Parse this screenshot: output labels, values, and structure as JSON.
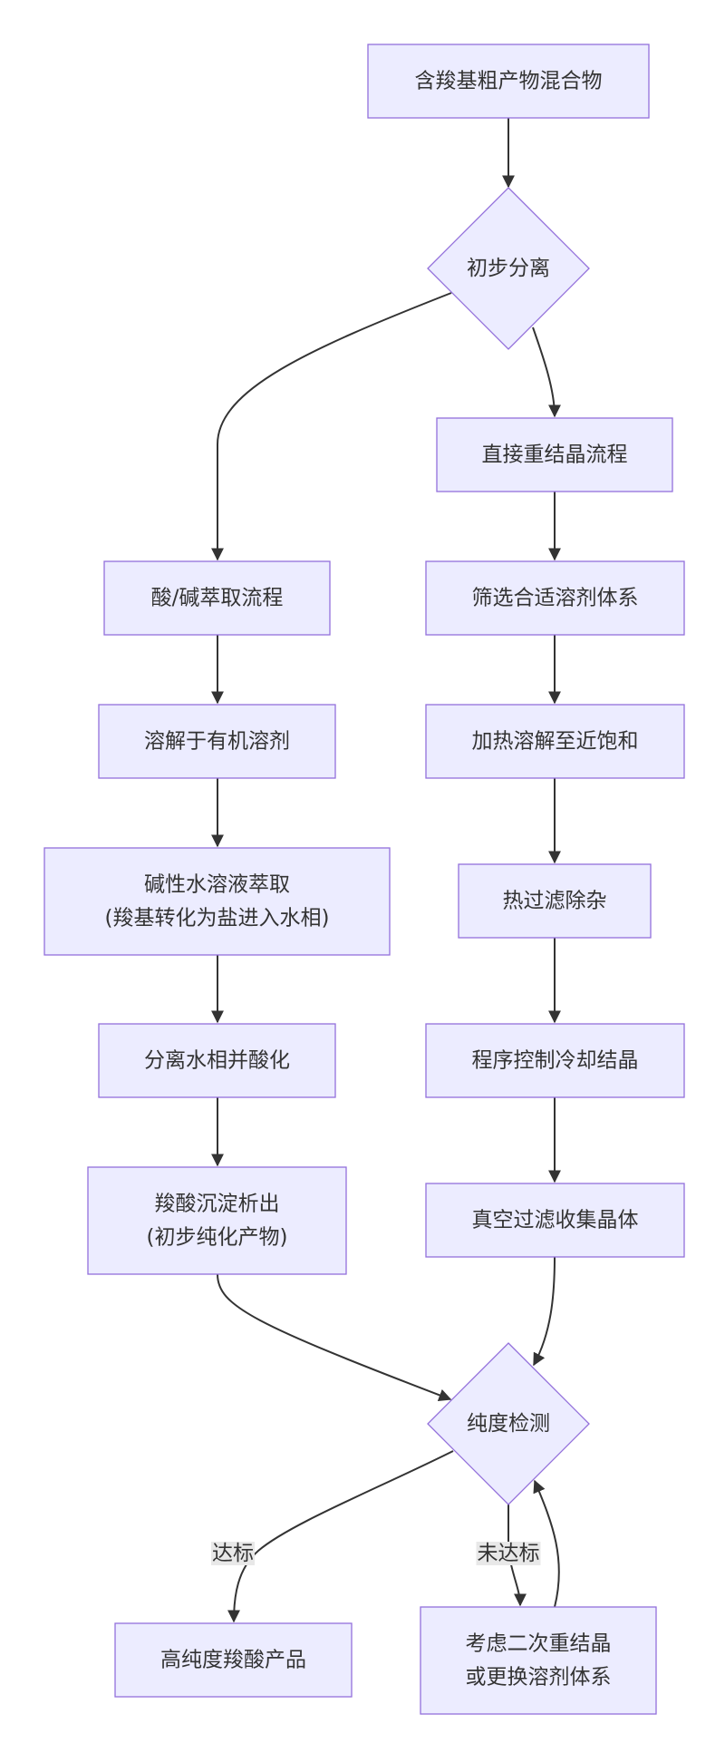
{
  "diagram": {
    "nodes": [
      {
        "id": "start",
        "shape": "rect",
        "lines": [
          "含羧基粗产物混合物"
        ]
      },
      {
        "id": "sep",
        "shape": "diamond",
        "lines": [
          "初步分离"
        ]
      },
      {
        "id": "recrys",
        "shape": "rect",
        "lines": [
          "直接重结晶流程"
        ]
      },
      {
        "id": "acidbase",
        "shape": "rect",
        "lines": [
          "酸/碱萃取流程"
        ]
      },
      {
        "id": "solvent",
        "shape": "rect",
        "lines": [
          "筛选合适溶剂体系"
        ]
      },
      {
        "id": "dissolve",
        "shape": "rect",
        "lines": [
          "溶解于有机溶剂"
        ]
      },
      {
        "id": "heat",
        "shape": "rect",
        "lines": [
          "加热溶解至近饱和"
        ]
      },
      {
        "id": "alkali",
        "shape": "rect",
        "lines": [
          "碱性水溶液萃取",
          "(羧基转化为盐进入水相)"
        ]
      },
      {
        "id": "hotfilter",
        "shape": "rect",
        "lines": [
          "热过滤除杂"
        ]
      },
      {
        "id": "acidify",
        "shape": "rect",
        "lines": [
          "分离水相并酸化"
        ]
      },
      {
        "id": "cool",
        "shape": "rect",
        "lines": [
          "程序控制冷却结晶"
        ]
      },
      {
        "id": "precip",
        "shape": "rect",
        "lines": [
          "羧酸沉淀析出",
          "(初步纯化产物)"
        ]
      },
      {
        "id": "vacuum",
        "shape": "rect",
        "lines": [
          "真空过滤收集晶体"
        ]
      },
      {
        "id": "purity",
        "shape": "diamond",
        "lines": [
          "纯度检测"
        ]
      },
      {
        "id": "final",
        "shape": "rect",
        "lines": [
          "高纯度羧酸产品"
        ]
      },
      {
        "id": "retry",
        "shape": "rect",
        "lines": [
          "考虑二次重结晶",
          "或更换溶剂体系"
        ]
      }
    ],
    "edges": [
      {
        "from": "start",
        "to": "sep",
        "label": ""
      },
      {
        "from": "sep",
        "to": "acidbase",
        "label": ""
      },
      {
        "from": "sep",
        "to": "recrys",
        "label": ""
      },
      {
        "from": "recrys",
        "to": "solvent",
        "label": ""
      },
      {
        "from": "acidbase",
        "to": "dissolve",
        "label": ""
      },
      {
        "from": "solvent",
        "to": "heat",
        "label": ""
      },
      {
        "from": "dissolve",
        "to": "alkali",
        "label": ""
      },
      {
        "from": "heat",
        "to": "hotfilter",
        "label": ""
      },
      {
        "from": "alkali",
        "to": "acidify",
        "label": ""
      },
      {
        "from": "hotfilter",
        "to": "cool",
        "label": ""
      },
      {
        "from": "acidify",
        "to": "precip",
        "label": ""
      },
      {
        "from": "cool",
        "to": "vacuum",
        "label": ""
      },
      {
        "from": "precip",
        "to": "purity",
        "label": ""
      },
      {
        "from": "vacuum",
        "to": "purity",
        "label": ""
      },
      {
        "from": "purity",
        "to": "final",
        "label": "达标"
      },
      {
        "from": "purity",
        "to": "retry",
        "label": "未达标"
      },
      {
        "from": "retry",
        "to": "purity",
        "label": ""
      }
    ]
  }
}
